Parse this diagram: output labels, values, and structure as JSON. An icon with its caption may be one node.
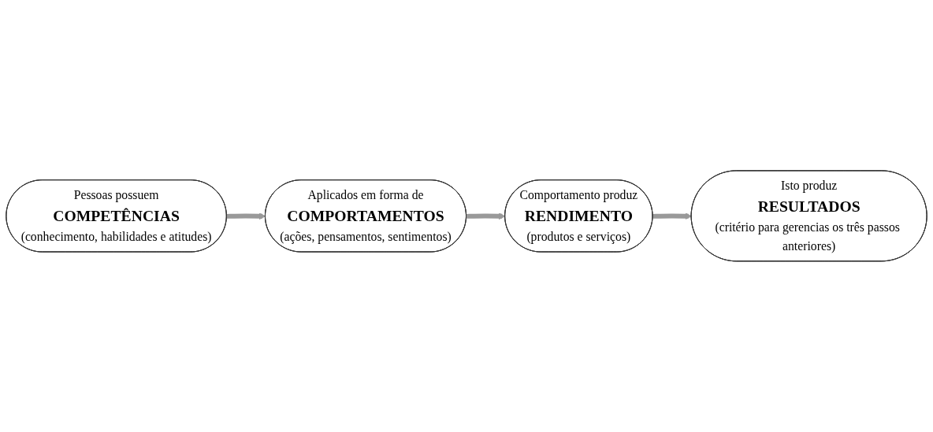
{
  "diagram": {
    "nodes": [
      {
        "text": [
          "Pessoas possuem",
          "COMPETÊNCIAS",
          "(conhecimento, habilidades e atitudes)"
        ]
      },
      {
        "text": [
          "Aplicados em forma de",
          "COMPORTAMENTOS",
          "(ações, pensamentos, sentimentos)"
        ]
      },
      {
        "text": [
          "Comportamento produz",
          "RENDIMENTO",
          "(produtos e serviços)"
        ]
      },
      {
        "text": [
          "Isto produz",
          "RESULTADOS",
          "(critério para gerencias os três passos anteriores)"
        ]
      }
    ],
    "edges": [
      {
        "from": 0,
        "to": 1,
        "arrow": "to"
      },
      {
        "from": 1,
        "to": 2,
        "arrow": "to"
      },
      {
        "from": 2,
        "to": 3,
        "arrow": "to"
      }
    ]
  }
}
